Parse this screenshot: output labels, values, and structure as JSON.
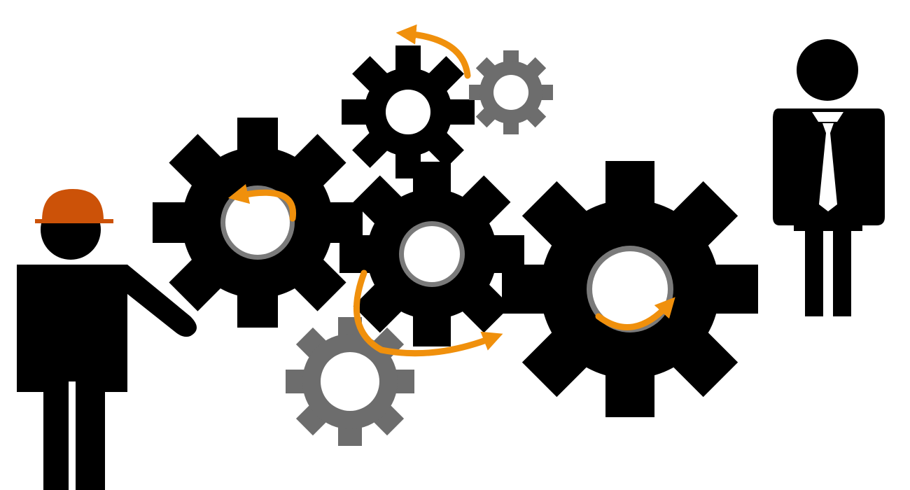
{
  "illustration": {
    "colors": {
      "background": "#ffffff",
      "silhouette": "#000000",
      "gear_black": "#000000",
      "gear_grey": "#6d6d6d",
      "hub_ring": "#7a7a7a",
      "rotation_arrow": "#f0900c",
      "hard_hat": "#cc5208",
      "tie": "#ffffff"
    },
    "figures": [
      {
        "name": "worker-figure",
        "icon": "person-with-hard-hat-icon"
      },
      {
        "name": "businessman-figure",
        "icon": "person-with-tie-icon"
      }
    ],
    "gears": [
      {
        "name": "gear-left",
        "fill": "black",
        "teeth": 8
      },
      {
        "name": "gear-center",
        "fill": "black",
        "teeth": 8
      },
      {
        "name": "gear-right",
        "fill": "black",
        "teeth": 8
      },
      {
        "name": "gear-top",
        "fill": "black",
        "teeth": 8
      },
      {
        "name": "gear-top-right-small",
        "fill": "grey",
        "teeth": 8
      },
      {
        "name": "gear-bottom-grey",
        "fill": "grey",
        "teeth": 8
      }
    ],
    "arrows": [
      {
        "name": "arrow-left-gear",
        "direction": "counter-clockwise"
      },
      {
        "name": "arrow-top-gears",
        "direction": "counter-clockwise"
      },
      {
        "name": "arrow-bottom",
        "direction": "clockwise"
      },
      {
        "name": "arrow-right-gear",
        "direction": "counter-clockwise"
      }
    ]
  }
}
